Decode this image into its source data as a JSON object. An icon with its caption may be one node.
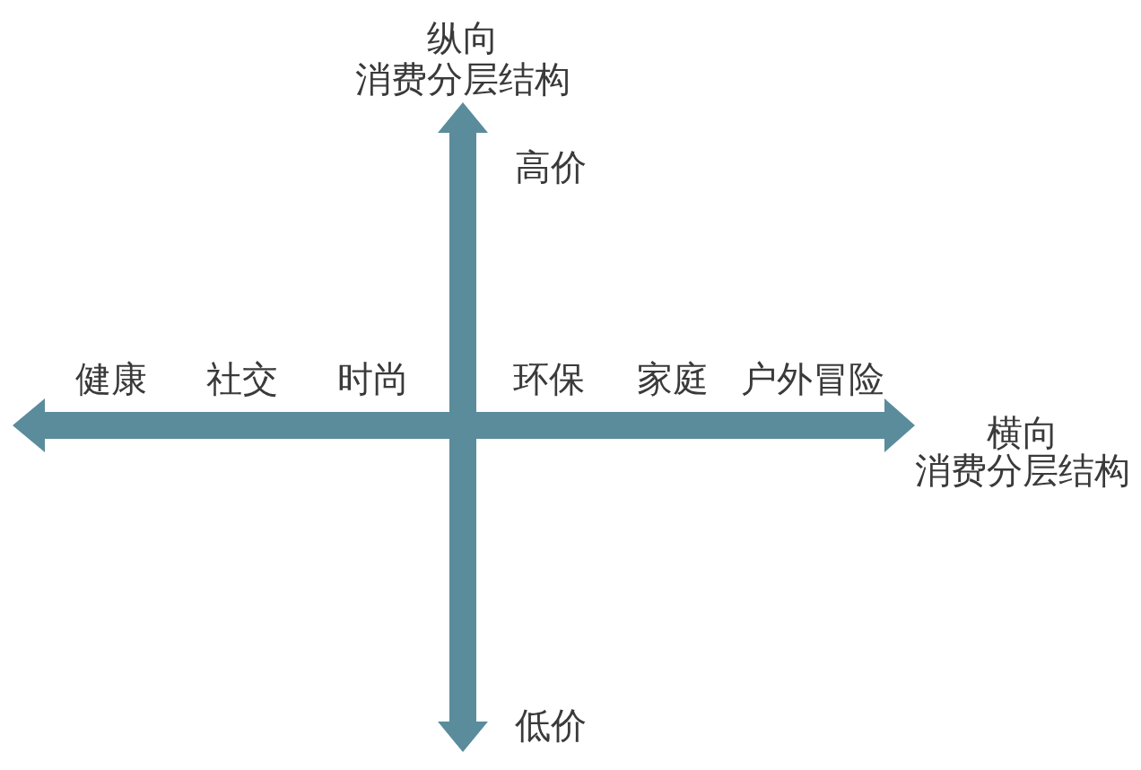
{
  "diagram": {
    "labels": [
      "纵向",
      "消费分层结构",
      "高价",
      "健康",
      "社交",
      "时尚",
      "环保",
      "家庭",
      "户外冒险",
      "横向",
      "消费分层结构",
      "低价"
    ]
  }
}
